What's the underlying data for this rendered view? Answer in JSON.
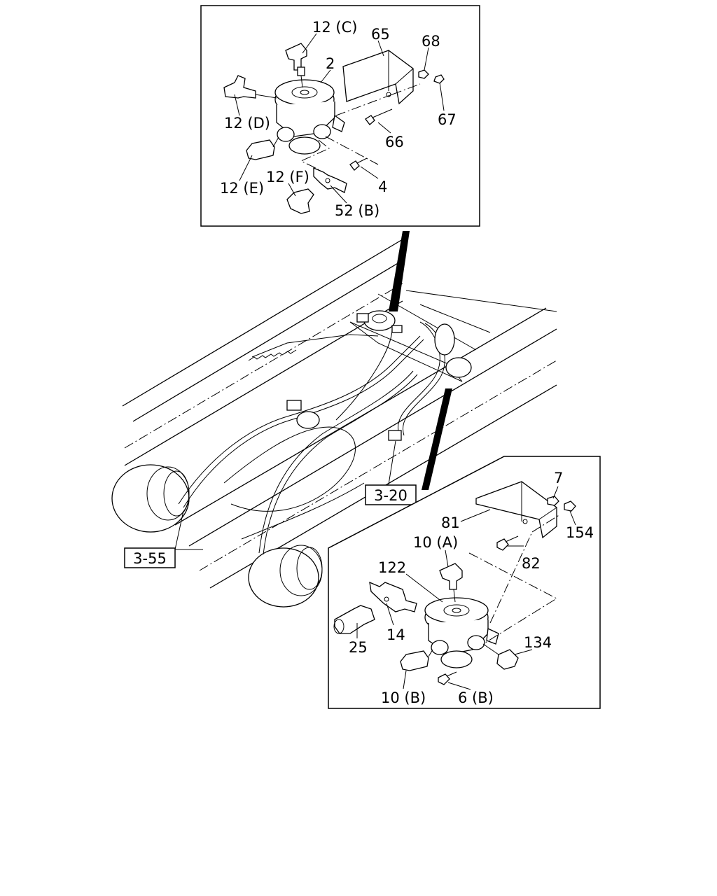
{
  "diagram": {
    "top_inset_labels": {
      "l12c": "12 (C)",
      "l65": "65",
      "l68": "68",
      "l2": "2",
      "l12d": "12 (D)",
      "l67": "67",
      "l66": "66",
      "l12e": "12 (E)",
      "l12f": "12 (F)",
      "l4": "4",
      "l52b": "52 (B)"
    },
    "bottom_inset_labels": {
      "l7": "7",
      "l81": "81",
      "l154": "154",
      "l10a": "10 (A)",
      "l82": "82",
      "l122": "122",
      "l25": "25",
      "l14": "14",
      "l134": "134",
      "l10b": "10 (B)",
      "l6b": "6 (B)"
    },
    "references": {
      "r320": "3-20",
      "r355": "3-55"
    }
  }
}
